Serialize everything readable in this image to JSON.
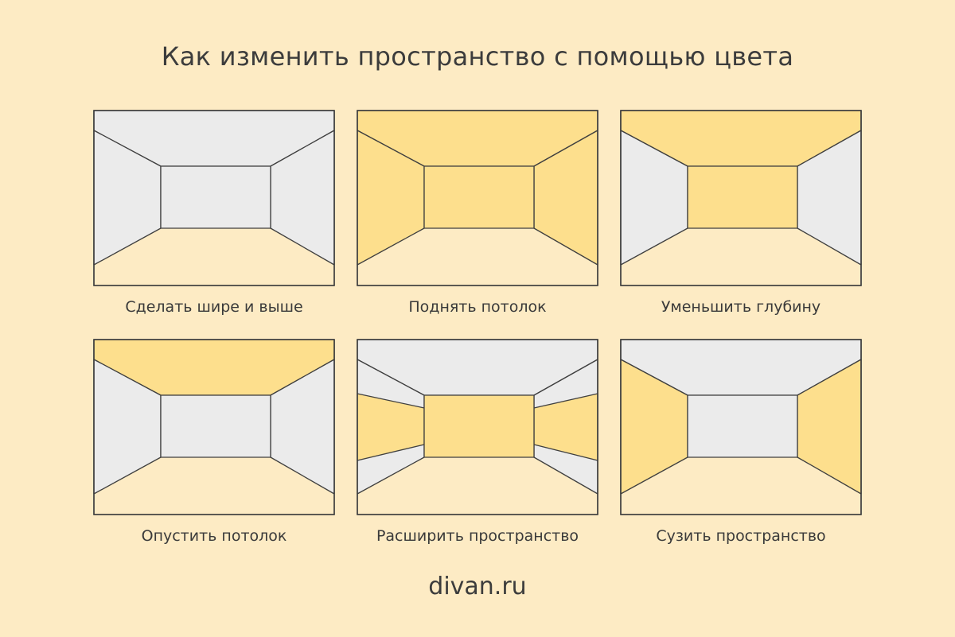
{
  "title": "Как изменить пространство с помощью цвета",
  "brand": "divan.ru",
  "colors": {
    "background": "#fdebc4",
    "gray": "#ebebeb",
    "yellow": "#fddf8d",
    "floor": "#fdebc4",
    "line": "#3f3f3f"
  },
  "rooms": [
    {
      "label": "Сделать шире и выше",
      "ceiling": "gray",
      "left": "gray",
      "right": "gray",
      "back": "gray",
      "floor": "floor"
    },
    {
      "label": "Поднять потолок",
      "ceiling": "yellow",
      "left": "yellow",
      "right": "yellow",
      "back": "yellow",
      "floor": "floor"
    },
    {
      "label": "Уменьшить глубину",
      "ceiling": "yellow",
      "left": "gray",
      "right": "gray",
      "back": "yellow",
      "floor": "floor"
    },
    {
      "label": "Опустить потолок",
      "ceiling": "yellow",
      "left": "gray",
      "right": "gray",
      "back": "gray",
      "floor": "floor"
    },
    {
      "label": "Расширить пространство",
      "ceiling": "gray",
      "left": "striped",
      "right": "striped",
      "back": "yellow",
      "floor": "floor"
    },
    {
      "label": "Сузить пространство",
      "ceiling": "gray",
      "left": "yellow",
      "right": "yellow",
      "back": "gray",
      "floor": "floor"
    }
  ]
}
